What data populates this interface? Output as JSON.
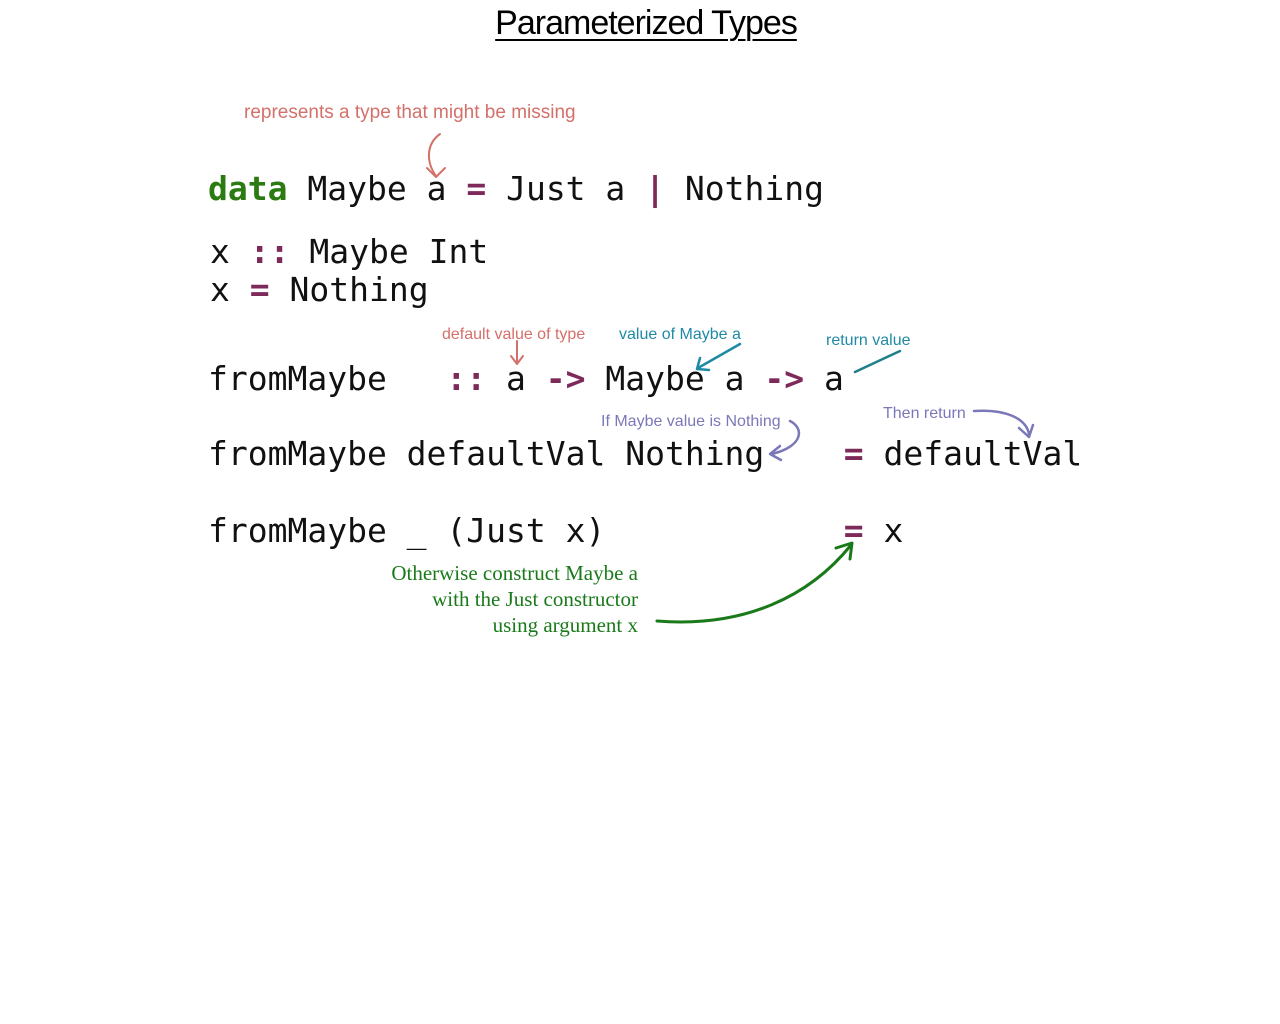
{
  "title": "Parameterized Types",
  "code": {
    "line1": {
      "keyword": "data",
      "type_name": "Maybe",
      "type_var": "a",
      "eq": "=",
      "con1": "Just a",
      "bar": "|",
      "con2": "Nothing"
    },
    "line2": {
      "var": "x",
      "op": "::",
      "type": "Maybe Int"
    },
    "line3": {
      "var": "x",
      "eq": "=",
      "value": "Nothing"
    },
    "line4": {
      "fn": "fromMaybe",
      "op": "::",
      "arg1": "a",
      "arrow1": "->",
      "arg2": "Maybe a",
      "arrow2": "->",
      "ret": "a"
    },
    "line5": {
      "lhs": "fromMaybe defaultVal Nothing",
      "eq": "=",
      "rhs": "defaultVal"
    },
    "line6": {
      "lhs": "fromMaybe _ (Just x)",
      "eq": "=",
      "rhs": "x"
    }
  },
  "annotations": {
    "missing": "represents a type that might be missing",
    "default_value": "default value of type",
    "value_of_maybe": "value of Maybe a",
    "return_value": "return value",
    "if_nothing": "If Maybe value is Nothing",
    "then_return": "Then return",
    "otherwise": [
      "Otherwise construct Maybe a",
      "with the Just constructor",
      "using argument x"
    ]
  },
  "colors": {
    "keyword": "#2b7a12",
    "operator": "#7d2a5a",
    "note_red": "#d4706a",
    "note_teal": "#1f8aa6",
    "note_purple": "#7a78b8",
    "note_green": "#1a7a1a"
  }
}
